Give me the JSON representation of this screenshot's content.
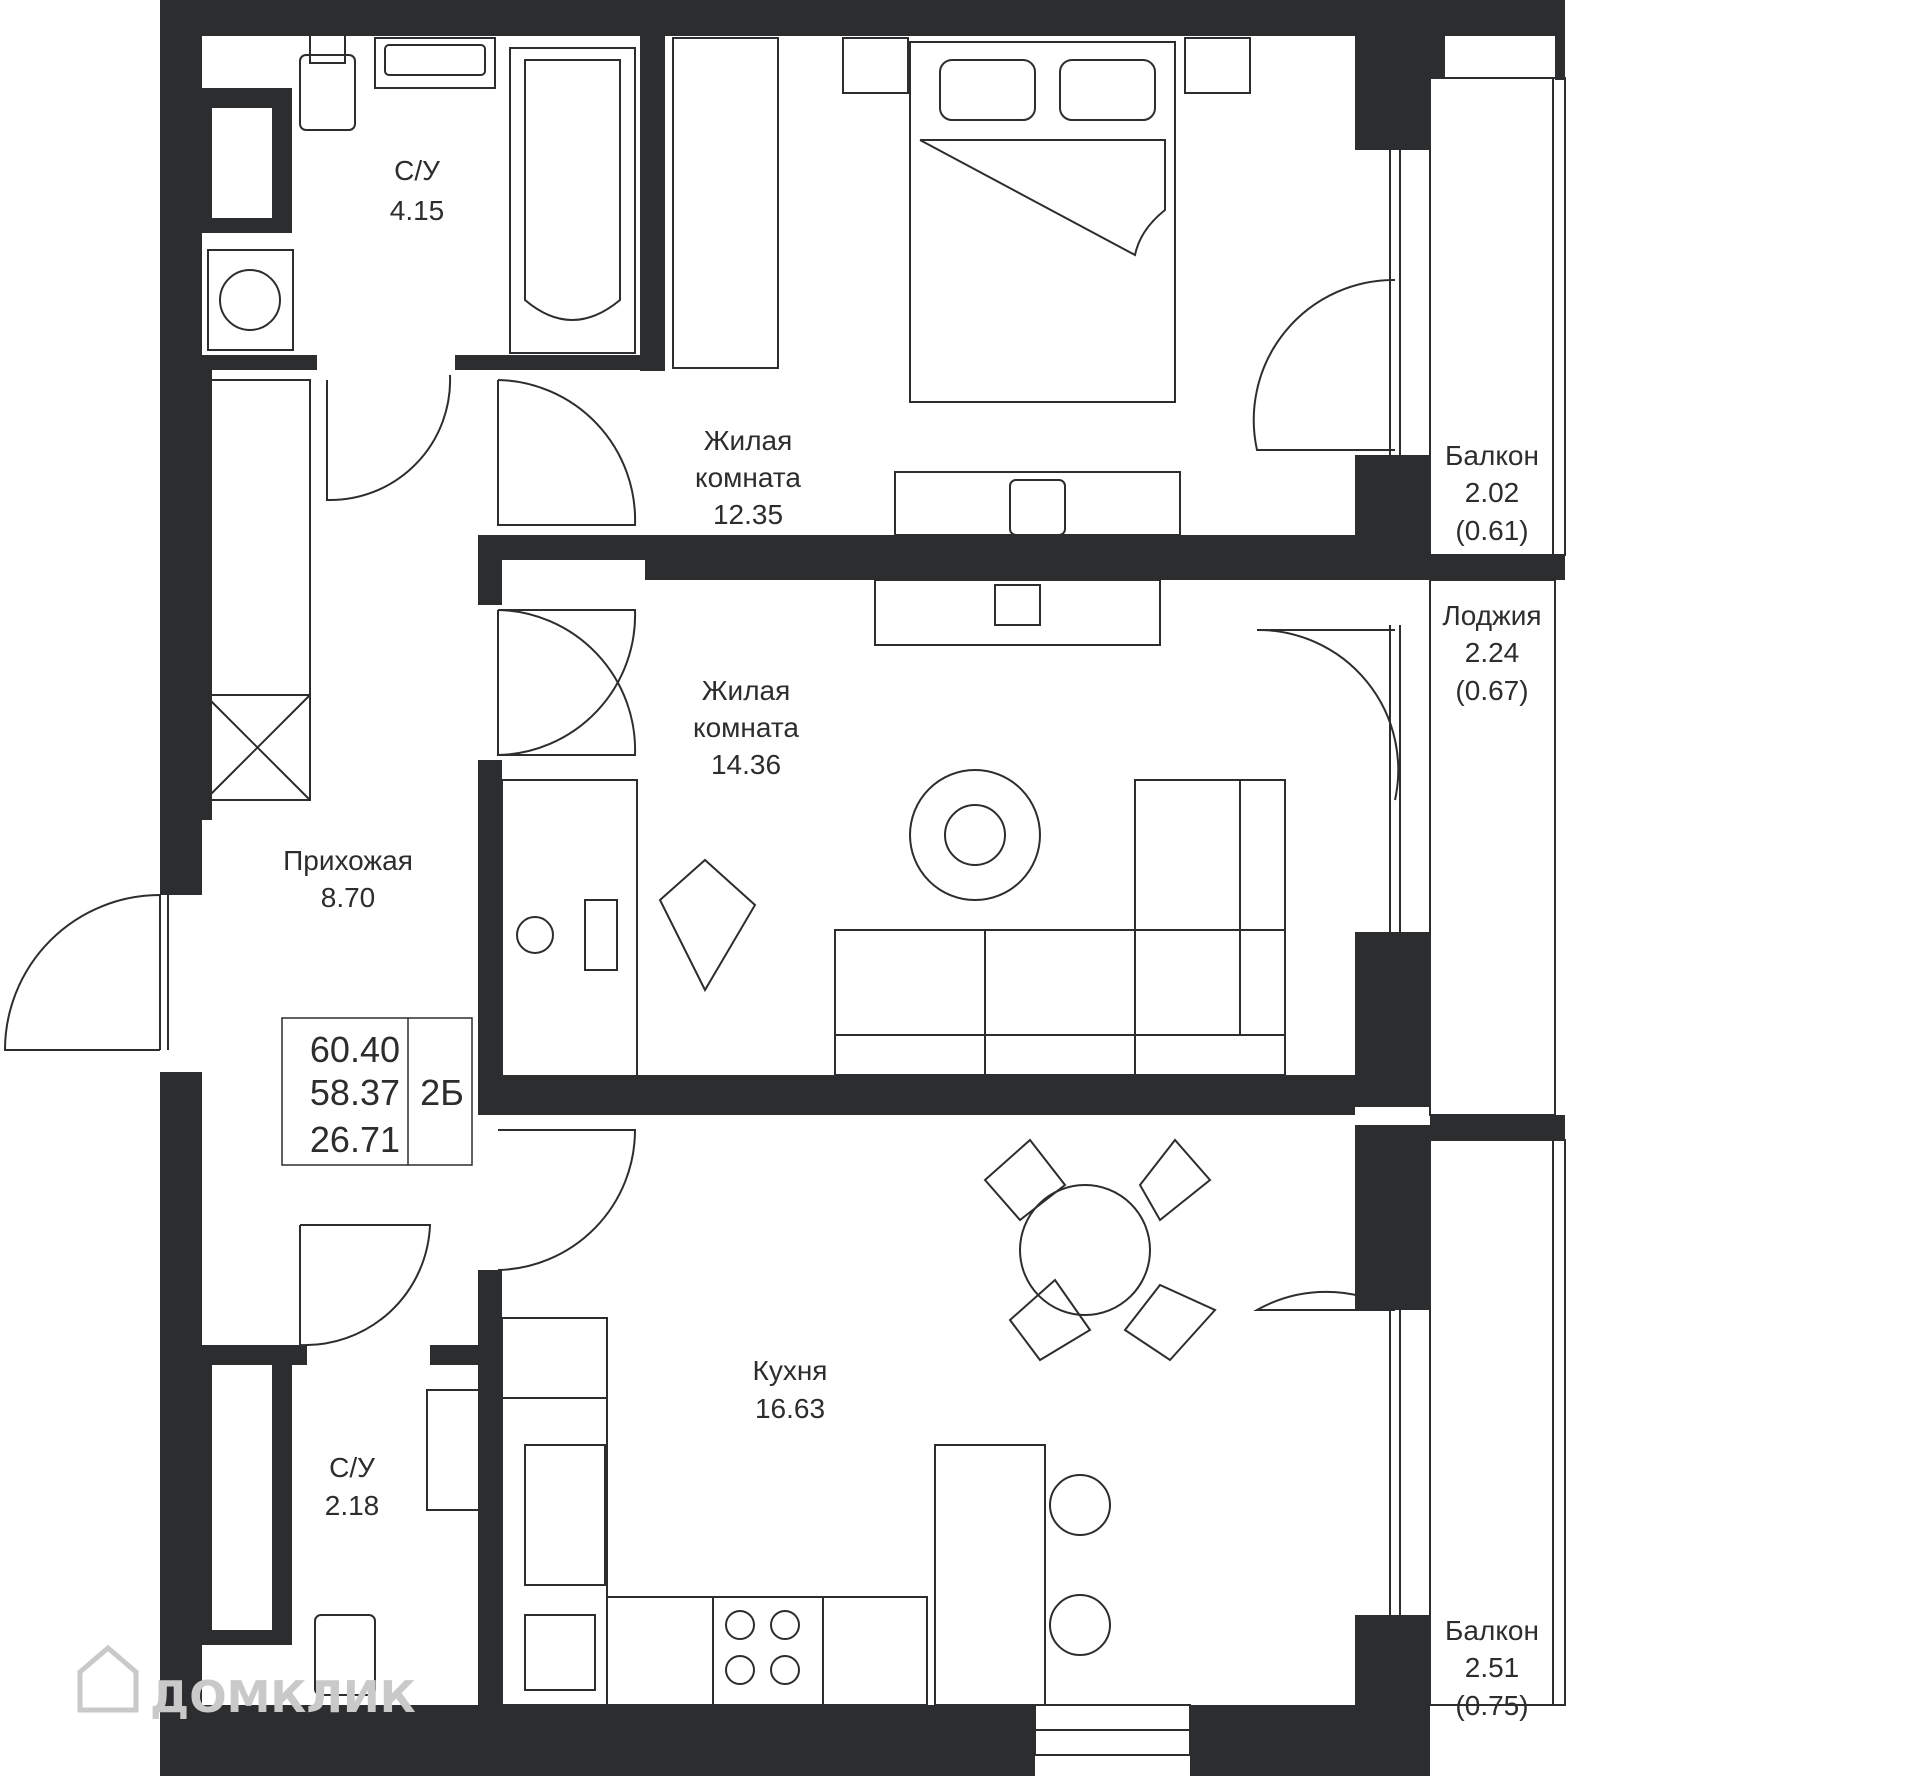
{
  "rooms": {
    "bath_top": {
      "name": "С/У",
      "area": "4.15"
    },
    "bedroom": {
      "name_line1": "Жилая",
      "name_line2": "комната",
      "area": "12.35"
    },
    "balcony_top": {
      "name": "Балкон",
      "area": "2.02",
      "area_reduced": "(0.61)"
    },
    "loggia": {
      "name": "Лоджия",
      "area": "2.24",
      "area_reduced": "(0.67)"
    },
    "living": {
      "name_line1": "Жилая",
      "name_line2": "комната",
      "area": "14.36"
    },
    "hallway": {
      "name": "Прихожая",
      "area": "8.70"
    },
    "kitchen": {
      "name": "Кухня",
      "area": "16.63"
    },
    "bath_bottom": {
      "name": "С/У",
      "area": "2.18"
    },
    "balcony_bottom": {
      "name": "Балкон",
      "area": "2.51",
      "area_reduced": "(0.75)"
    }
  },
  "summary": {
    "total_area": "60.40",
    "area_without_balconies": "58.37",
    "living_area": "26.71",
    "apartment_type": "2Б"
  },
  "watermark": "ДОМКЛИК",
  "colors": {
    "wall": "#2c2d2f",
    "background": "#ffffff"
  }
}
